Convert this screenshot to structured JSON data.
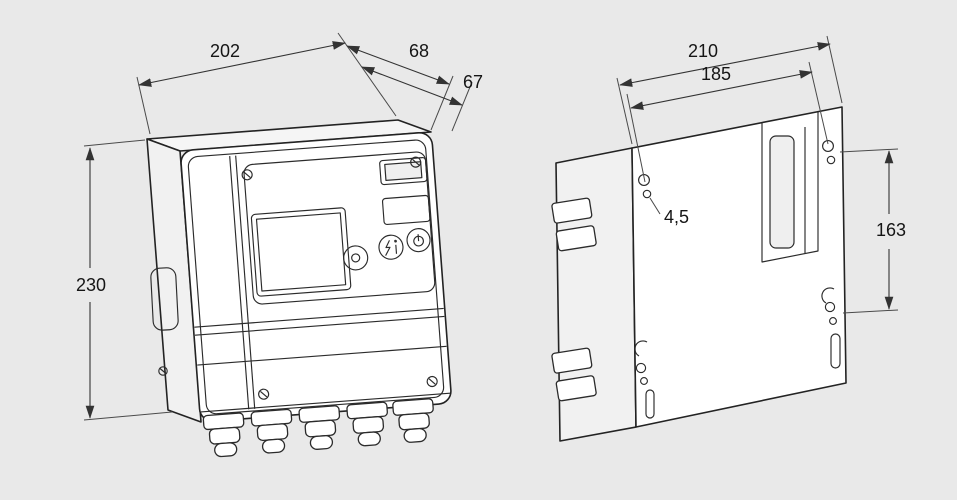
{
  "drawing": {
    "background_color": "#e9e9e9",
    "line_color": "#232323",
    "front_view": {
      "dim_width": "202",
      "dim_depth_total": "68",
      "dim_depth_body": "67",
      "dim_height": "230"
    },
    "rear_view": {
      "dim_width": "210",
      "dim_hole_spacing_horizontal": "185",
      "dim_hole_diameter": "4,5",
      "dim_hole_spacing_vertical": "163"
    }
  }
}
